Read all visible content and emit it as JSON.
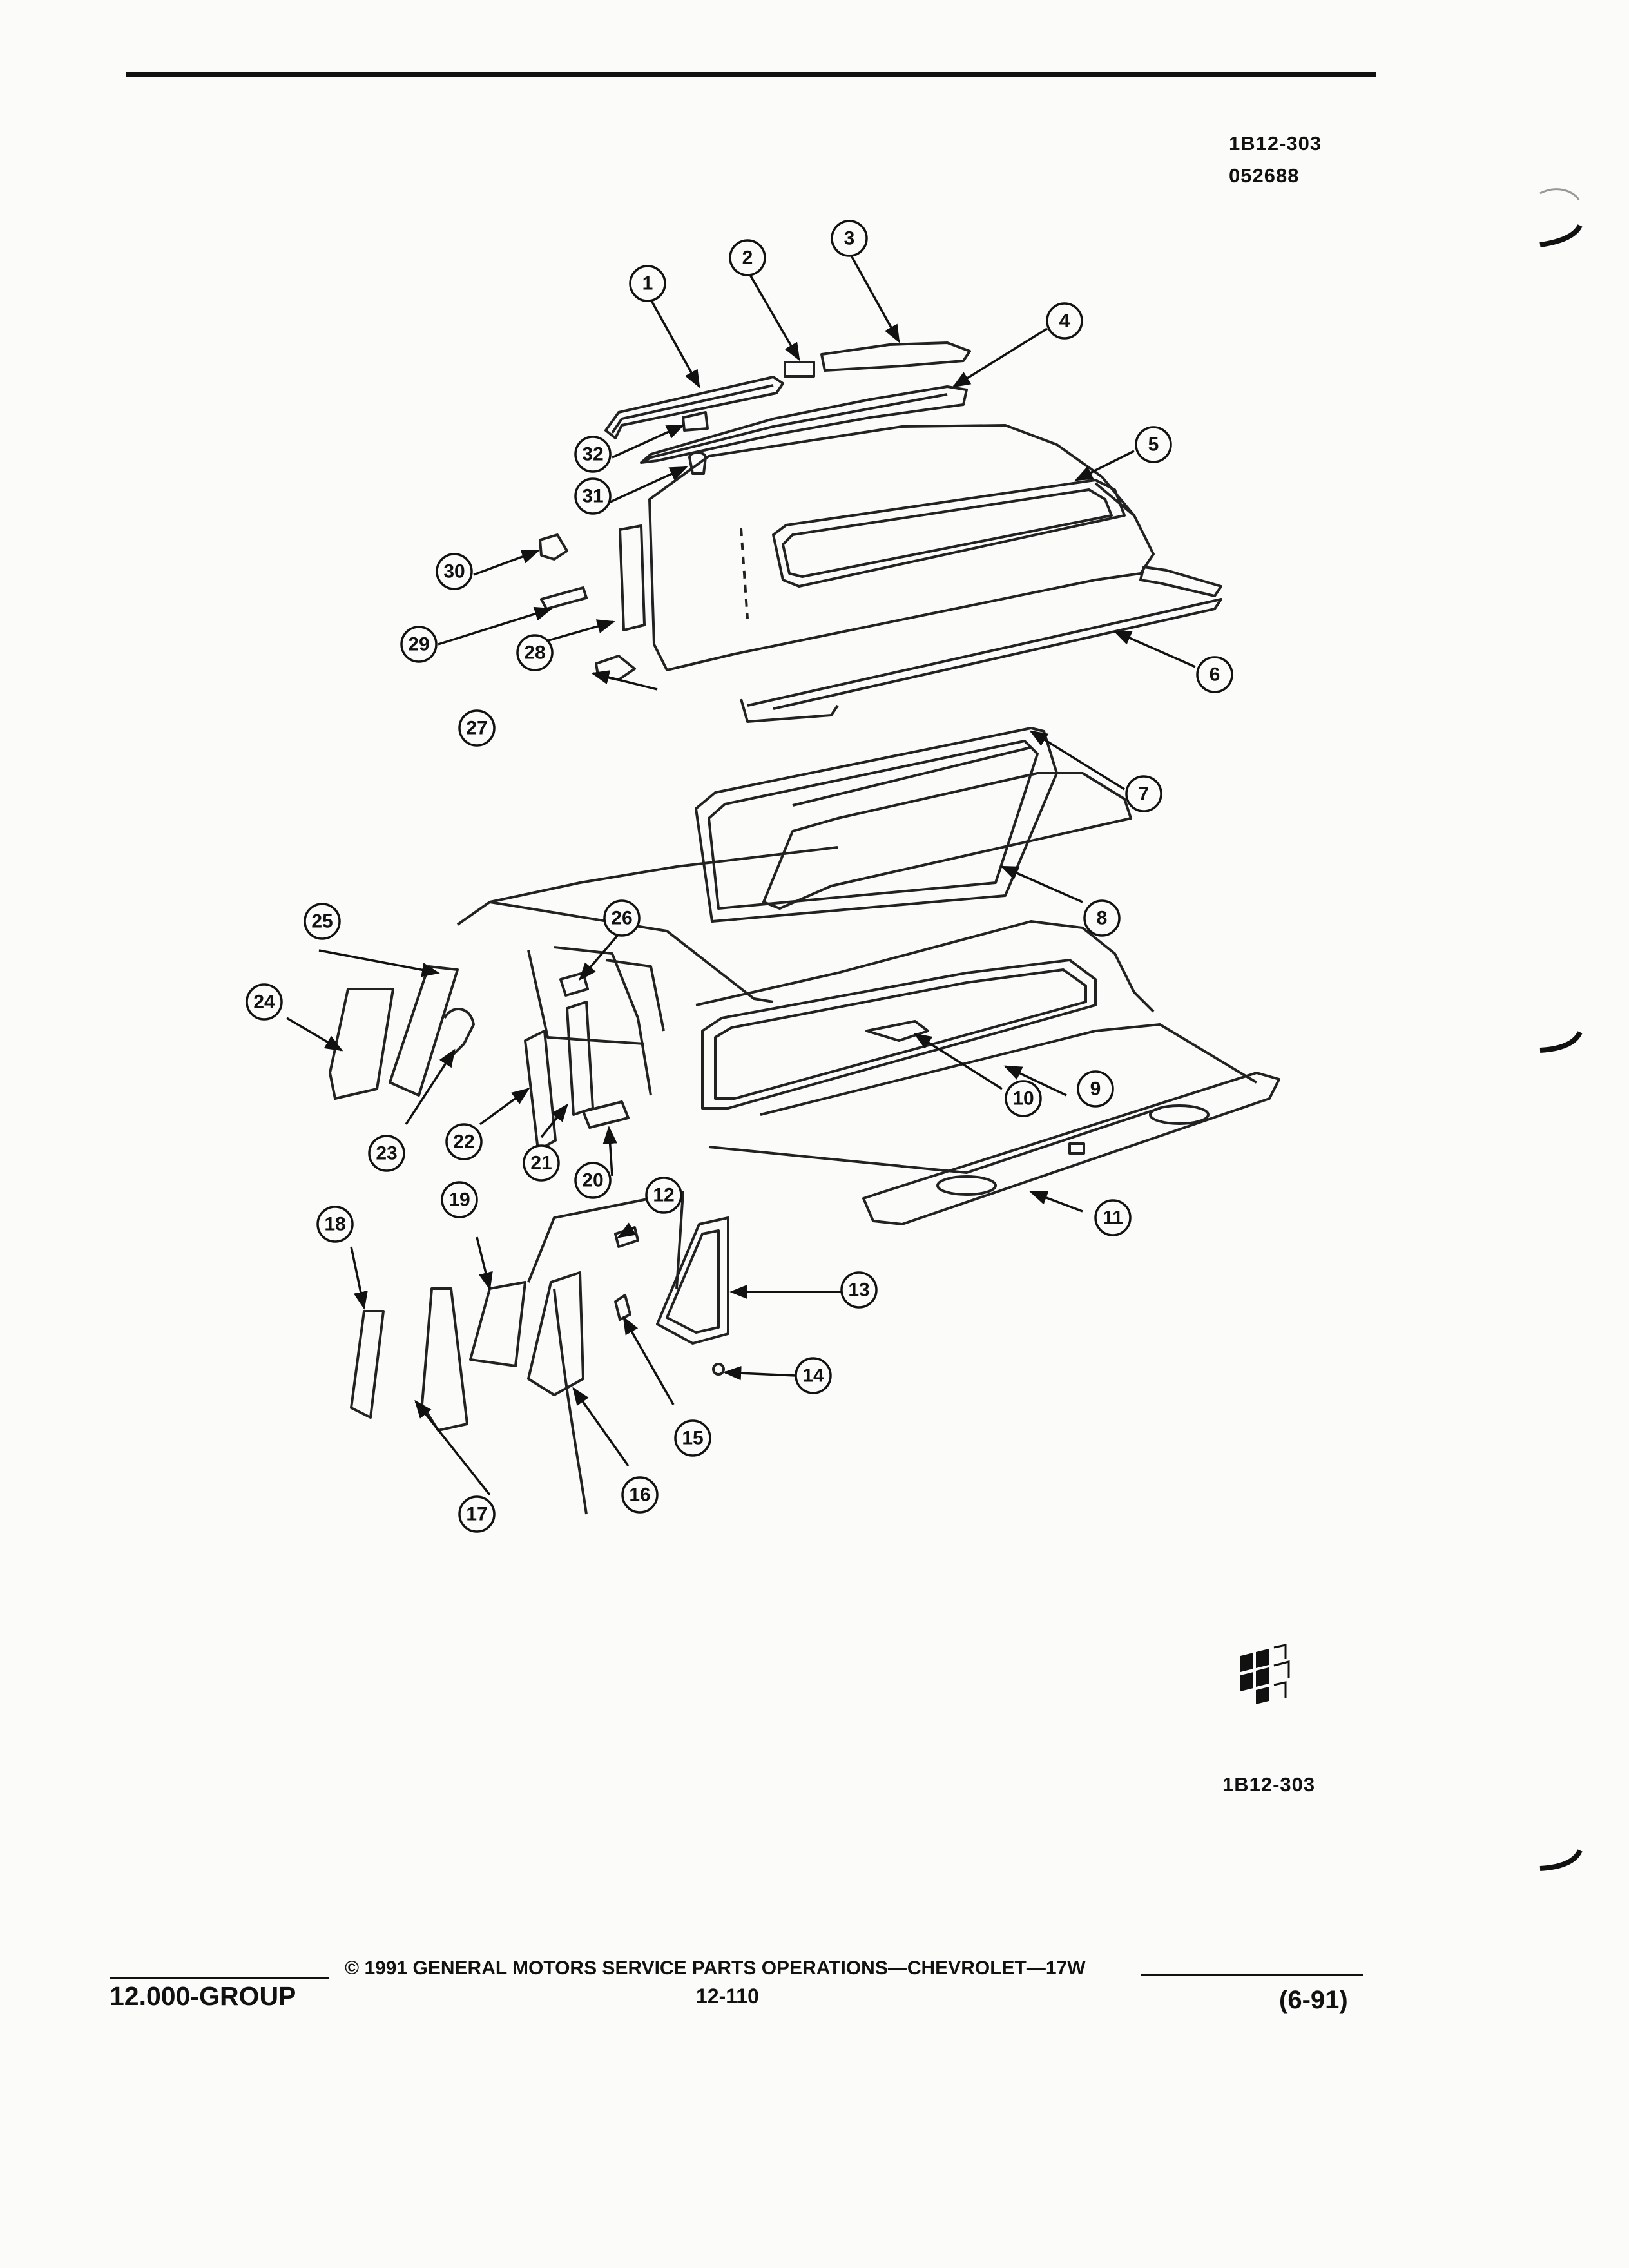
{
  "header": {
    "ref_code": "1B12-303",
    "ref_date": "052688"
  },
  "diagram": {
    "callouts": [
      "1",
      "2",
      "3",
      "4",
      "5",
      "6",
      "7",
      "8",
      "9",
      "10",
      "11",
      "12",
      "13",
      "14",
      "15",
      "16",
      "17",
      "18",
      "19",
      "20",
      "21",
      "22",
      "23",
      "24",
      "25",
      "26",
      "27",
      "28",
      "29",
      "30",
      "31",
      "32"
    ]
  },
  "bottom_ref": "1B12-303",
  "footer": {
    "group": "12.000-GROUP",
    "copyright": "© 1991 GENERAL MOTORS SERVICE PARTS OPERATIONS—CHEVROLET—17W",
    "page": "12-110",
    "date": "(6-91)"
  },
  "logo_icon": "gm-parts-logo-icon"
}
